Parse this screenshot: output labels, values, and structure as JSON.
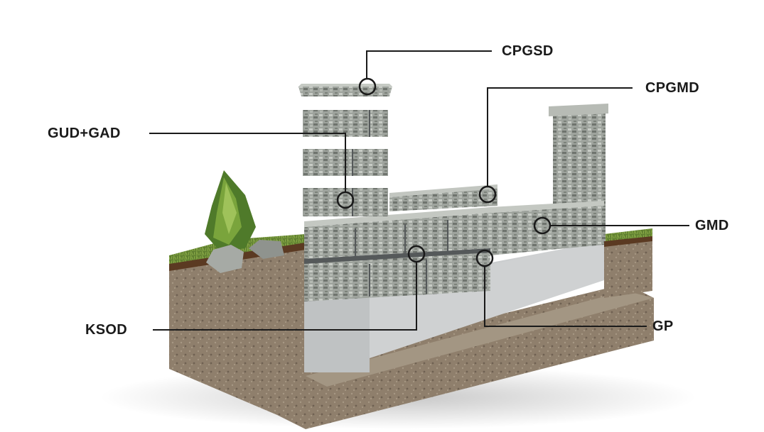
{
  "labels": {
    "cpgsd": "CPGSD",
    "cpgmd": "CPGMD",
    "gud_gad": "GUD+GAD",
    "gmd": "GMD",
    "ksod": "KSOD",
    "gp": "GP"
  },
  "colors": {
    "background": "#ffffff",
    "leader_line": "#1a1a1a",
    "label_text": "#1a1a1a",
    "soil": "#8a7a6a",
    "concrete": "#c9cbcc",
    "grass": "#6f8e3a",
    "stone": "#9aa09a"
  }
}
